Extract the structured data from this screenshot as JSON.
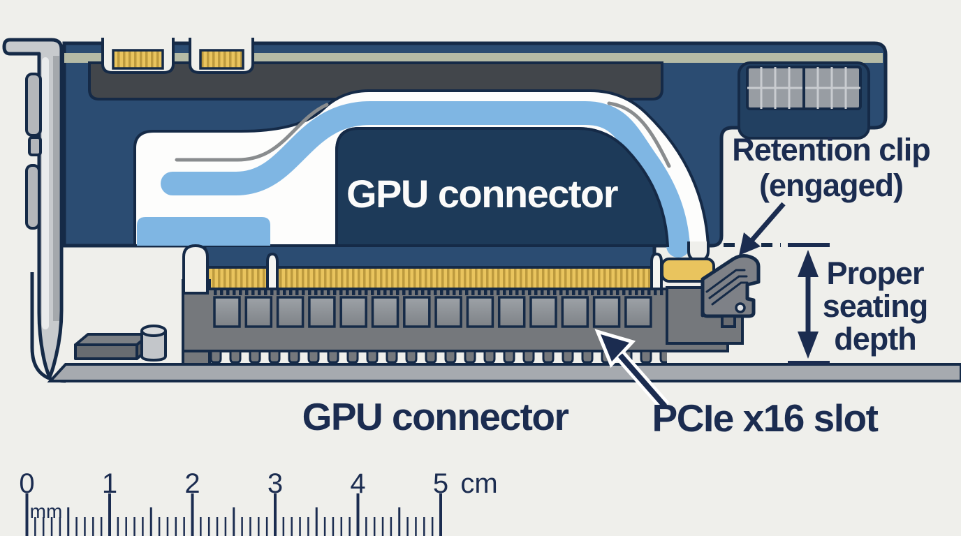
{
  "diagram": {
    "card_label": "GPU connector",
    "bottom_card_label": "GPU connector",
    "slot_label": "PCIe x16 slot",
    "clip_label_line1": "Retention clip",
    "clip_label_line2": "(engaged)",
    "depth_label_line1": "Proper",
    "depth_label_line2": "seating",
    "depth_label_line3": "depth"
  },
  "ruler": {
    "numbers": [
      "0",
      "1",
      "2",
      "3",
      "4",
      "5"
    ],
    "cm_unit": "cm",
    "mm_unit": "mm"
  },
  "colors": {
    "bg": "#efefeb",
    "outline": "#152a47",
    "card-navy": "#2b4c72",
    "panel-navy": "#1d3a59",
    "power-navy": "#224061",
    "swoosh-white": "#fdfdfc",
    "accent-blue": "#7fb6e3",
    "gold": "#e9c45e",
    "gold-dark": "#bd9a3e",
    "sage": "#b5bba6",
    "slot-gray": "#75787c",
    "clip-gray": "#7e8187",
    "metal-gray": "#c7cacd",
    "board-gray": "#a6aaaf",
    "text-navy": "#1b2c50"
  }
}
